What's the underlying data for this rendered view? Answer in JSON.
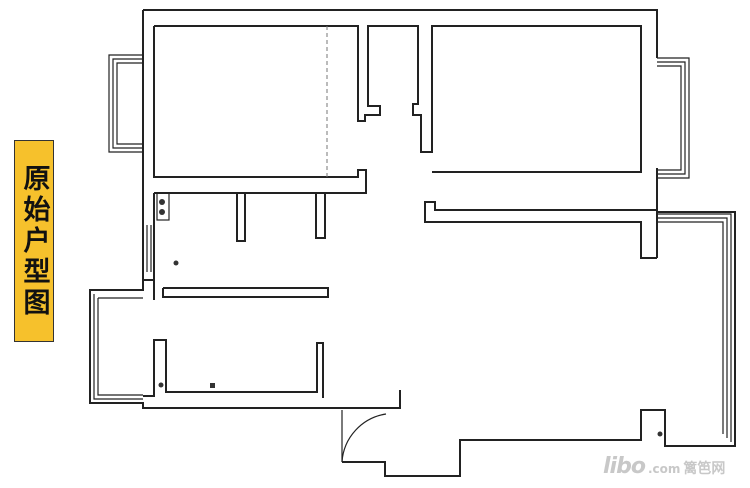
{
  "title": "原始户型图",
  "watermark": {
    "brand": "libo",
    "domain": ".com",
    "name": "篱笆网"
  },
  "colors": {
    "label_bg": "#f6c12c",
    "wall": "#222222"
  }
}
